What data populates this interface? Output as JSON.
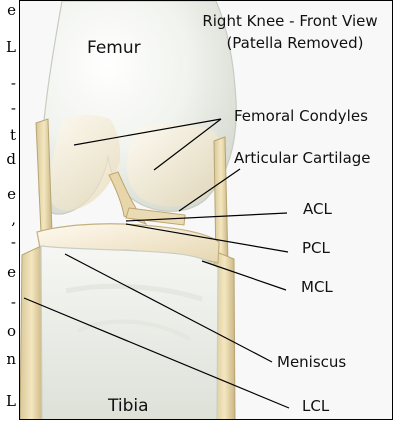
{
  "side_text": [
    "e",
    "L",
    "-",
    "-",
    "t",
    "d",
    "e",
    ",",
    "-",
    "e",
    "-",
    "o",
    "n",
    "L"
  ],
  "diagram": {
    "title_line_1": "Right Knee - Front View",
    "title_line_2": "(Patella Removed)",
    "labels": {
      "femur": "Femur",
      "tibia": "Tibia",
      "femoral_condyles": "Femoral Condyles",
      "articular_cartilage": "Articular Cartilage",
      "acl": "ACL",
      "pcl": "PCL",
      "mcl": "MCL",
      "meniscus": "Meniscus",
      "lcl": "LCL"
    }
  }
}
